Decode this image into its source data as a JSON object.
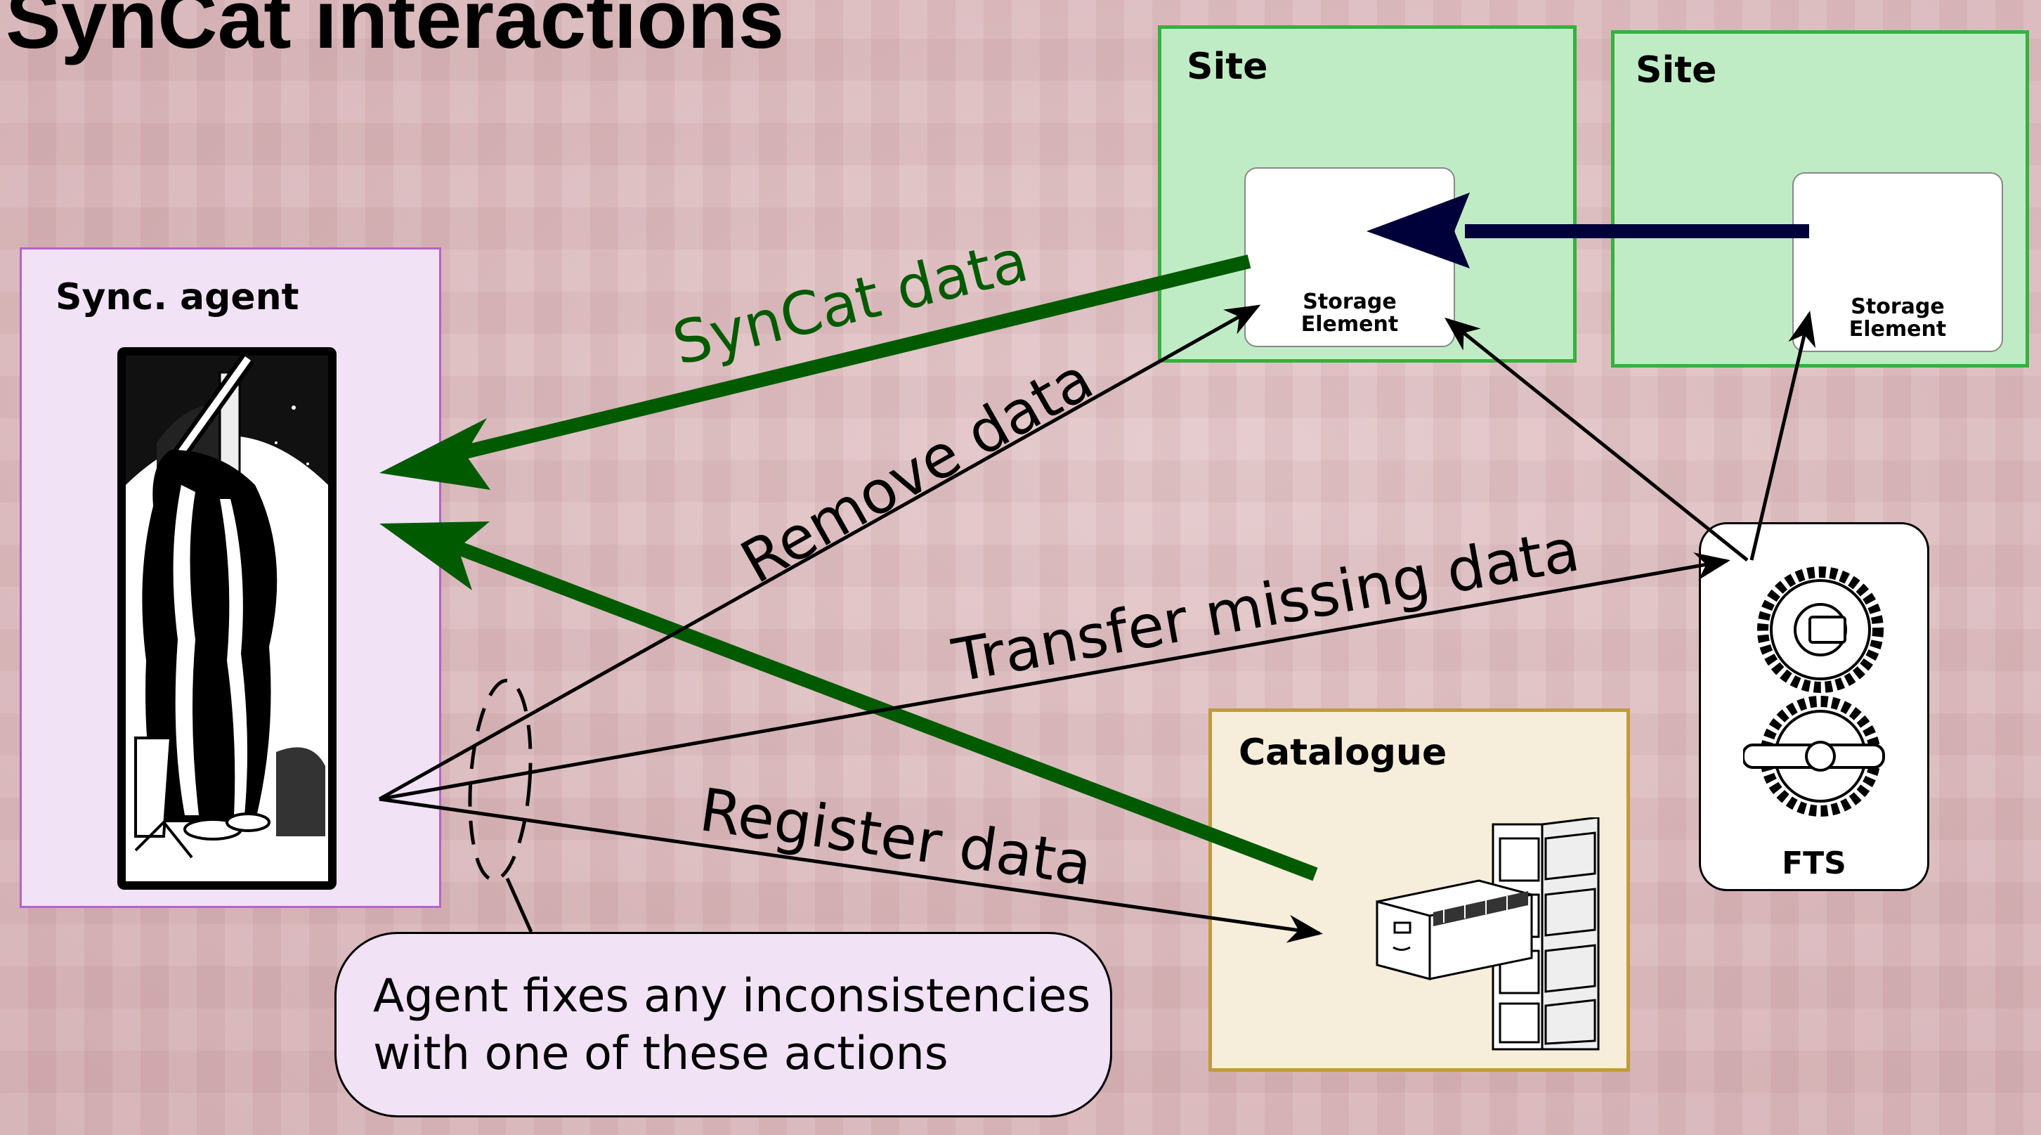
{
  "title": "SynCat interactions",
  "sync_agent": {
    "label": "Sync. agent",
    "illustration": "astronomer-engraving"
  },
  "sites": [
    {
      "label": "Site",
      "storage_element": "Storage\nElement"
    },
    {
      "label": "Site",
      "storage_element": "Storage\nElement"
    }
  ],
  "catalogue": {
    "label": "Catalogue",
    "illustration": "filing-cabinet"
  },
  "fts": {
    "label": "FTS",
    "illustration": "gears"
  },
  "note": {
    "text": "Agent fixes any inconsistencies\nwith one of these actions"
  },
  "arrows": {
    "syncat_data": "SynCat data",
    "remove_data": "Remove data",
    "transfer_missing": "Transfer missing data",
    "register_data": "Register data"
  },
  "colors": {
    "background": "#dcbcbf",
    "site_fill": "#c0ecc5",
    "site_border": "#35b13f",
    "sync_fill": "#f1e2f6",
    "sync_border": "#b563c9",
    "catalogue_fill": "#f6eddb",
    "catalogue_border": "#c09a3e",
    "syncat_arrow": "#005a00",
    "replication_arrow": "#00003a"
  }
}
